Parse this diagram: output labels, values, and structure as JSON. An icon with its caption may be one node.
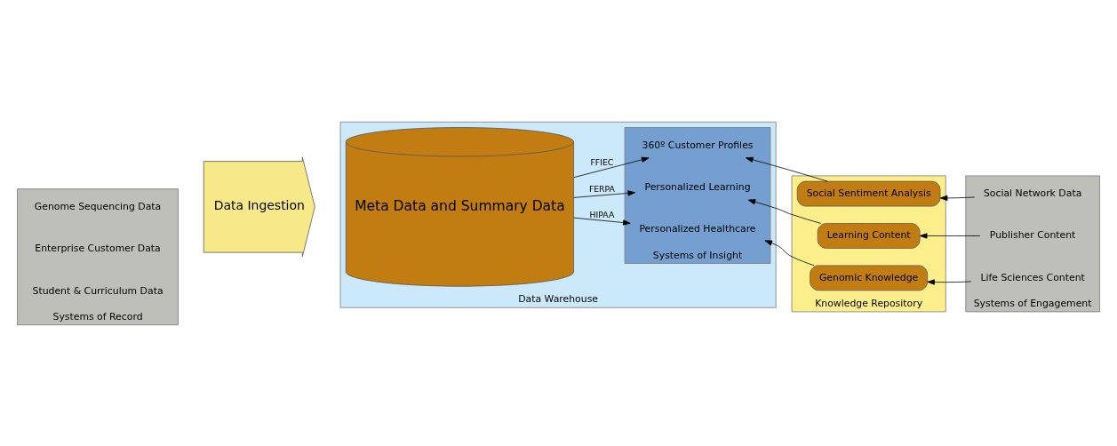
{
  "diagram": {
    "nodes": [
      {
        "text": [
          "Systems of Record"
        ]
      },
      {
        "text": [
          "Genome Sequencing Data"
        ],
        "in": 0
      },
      {
        "text": [
          "Enterprise Customer Data"
        ],
        "in": 0
      },
      {
        "text": [
          "Student & Curriculum Data"
        ],
        "in": 0
      },
      {
        "text": [
          "Data Ingestion"
        ]
      },
      {
        "text": [
          "Data Warehouse"
        ]
      },
      {
        "text": [
          "Meta Data and Summary Data"
        ],
        "in": 5
      },
      {
        "text": [
          "Systems of Insight"
        ],
        "in": 5
      },
      {
        "text": [
          "Personalized Healthcare"
        ],
        "in": 7
      },
      {
        "text": [
          "360º Customer Profiles"
        ],
        "in": 7
      },
      {
        "text": [
          "Personalized Learning"
        ],
        "in": 7
      },
      {
        "text": [
          "Knowledge Repository"
        ]
      },
      {
        "text": [
          "Genomic Knowledge"
        ],
        "in": 11
      },
      {
        "text": [
          "Social Sentiment Analysis"
        ],
        "in": 11
      },
      {
        "text": [
          "Learning Content"
        ],
        "in": 11
      },
      {
        "text": [
          "Systems of Engagement"
        ]
      },
      {
        "text": [
          "Life Sciences Content"
        ],
        "in": 15
      },
      {
        "text": [
          "Social Network Data"
        ],
        "in": 15
      },
      {
        "text": [
          "Publisher Content"
        ],
        "in": 15
      }
    ],
    "edges": [
      {
        "from": 6,
        "to": 8,
        "arrow": "to",
        "label": "HIPAA"
      },
      {
        "from": 6,
        "to": 9,
        "arrow": "to",
        "label": "FFIEC"
      },
      {
        "from": 6,
        "to": 10,
        "arrow": "to",
        "label": "FERPA"
      },
      {
        "from": 12,
        "to": 8,
        "arrow": "to"
      },
      {
        "from": 13,
        "to": 9,
        "arrow": "to"
      },
      {
        "from": 14,
        "to": 10,
        "arrow": "to"
      },
      {
        "from": 16,
        "to": 12,
        "arrow": "to"
      },
      {
        "from": 17,
        "to": 13,
        "arrow": "to"
      },
      {
        "from": 18,
        "to": 14,
        "arrow": "to"
      }
    ]
  }
}
